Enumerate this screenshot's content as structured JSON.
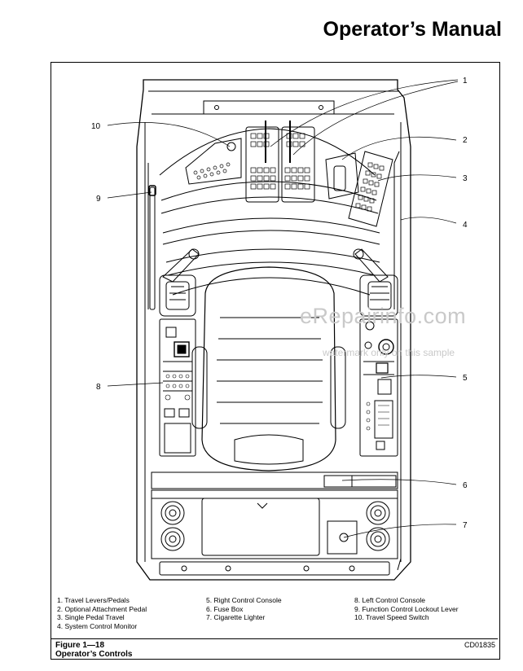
{
  "header": {
    "title": "Operator’s Manual"
  },
  "callouts": [
    "1",
    "2",
    "3",
    "4",
    "5",
    "6",
    "7",
    "8",
    "9",
    "10"
  ],
  "legend": {
    "col1": [
      "1.  Travel Levers/Pedals",
      "2.  Optional Attachment Pedal",
      "3.  Single Pedal Travel",
      "4.  System Control Monitor"
    ],
    "col2": [
      "5.  Right Control Console",
      "6.  Fuse Box",
      "7.  Cigarette Lighter"
    ],
    "col3": [
      "8.  Left Control Console",
      "9.  Function Control Lockout Lever",
      "10. Travel Speed Switch"
    ]
  },
  "figure": {
    "number": "Figure 1—18",
    "title": "Operator’s Controls",
    "code": "CD01835"
  },
  "watermark": {
    "line1": "eRepairinfo.com",
    "line2": "watermark only on this sample"
  }
}
